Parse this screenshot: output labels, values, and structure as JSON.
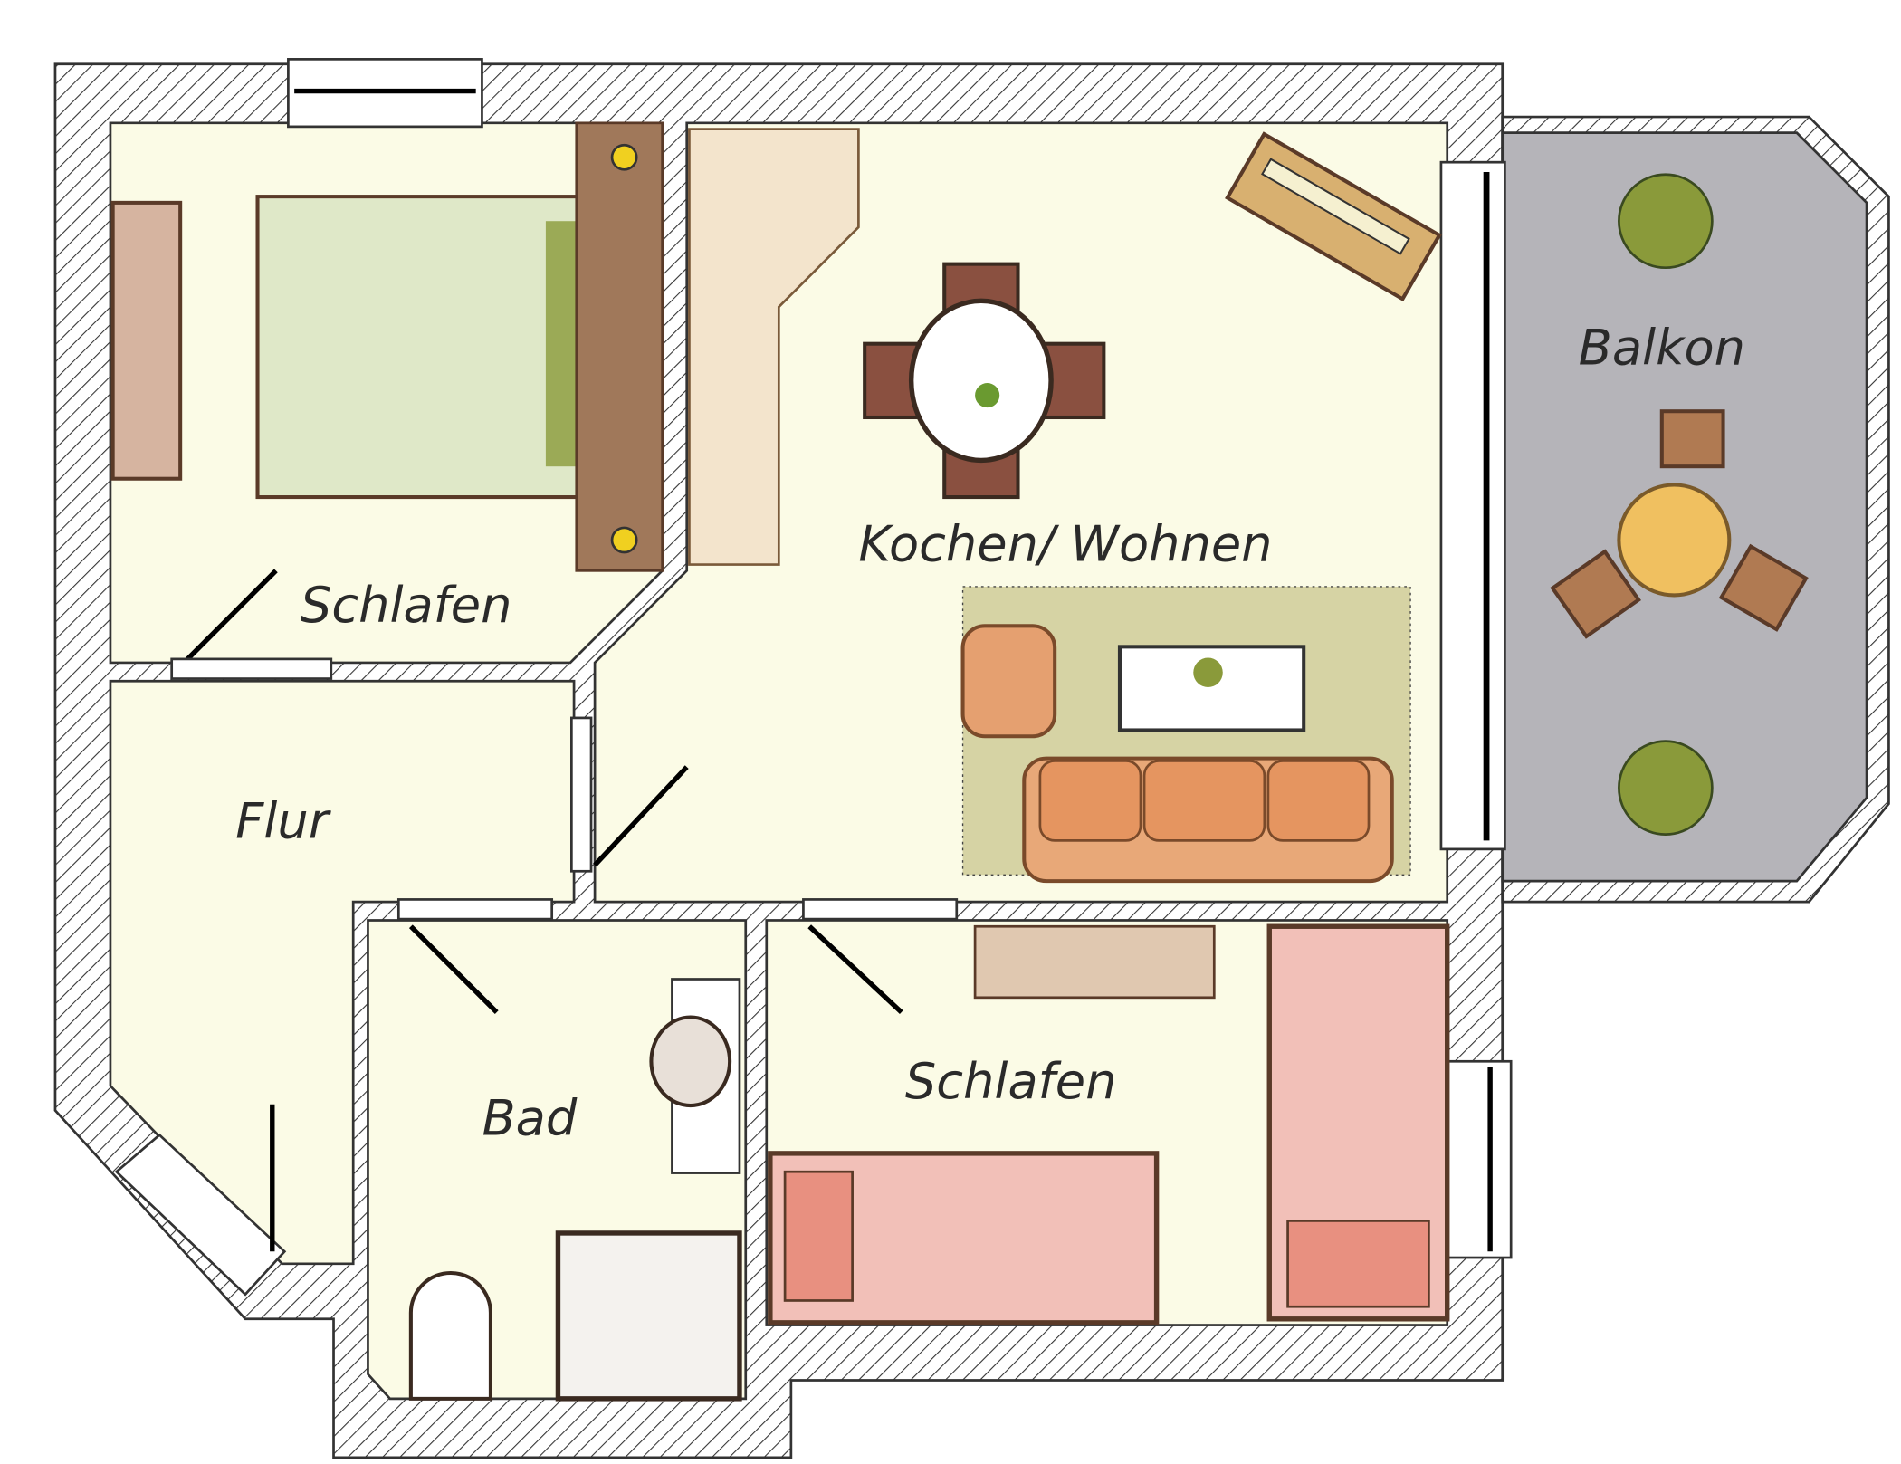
{
  "rooms": {
    "bedroom_1": "Schlafen",
    "kitchen_living": "Kochen/ Wohnen",
    "balcony": "Balkon",
    "hallway": "Flur",
    "bathroom": "Bad",
    "bedroom_2": "Schlafen"
  },
  "colors": {
    "floor": "#fbfbe6",
    "balcony": "#b5b4b9",
    "wood": "#b07a52",
    "bed_green": "#dfe8c8",
    "bed_red": "#eeaaa0",
    "plant": "#8a9a3a",
    "rug": "#d6d3a4"
  }
}
